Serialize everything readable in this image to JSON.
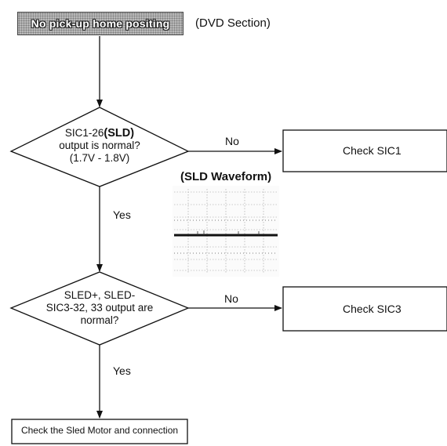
{
  "title": "No pick-up home positing",
  "section": "(DVD Section)",
  "decision1": {
    "line1_prefix": "SIC1-26",
    "line1_bold": "(SLD)",
    "line2": "output is normal?",
    "line3": "(1.7V - 1.8V)"
  },
  "no1": "No",
  "check1": "Check SIC1",
  "waveform_title": "(SLD Waveform)",
  "yes1": "Yes",
  "decision2": {
    "line1": "SLED+, SLED-",
    "line2": "SIC3-32, 33 output are",
    "line3": "normal?"
  },
  "no2": "No",
  "check2": "Check SIC3",
  "yes2": "Yes",
  "final_box": "Check the Sled Motor and connection"
}
